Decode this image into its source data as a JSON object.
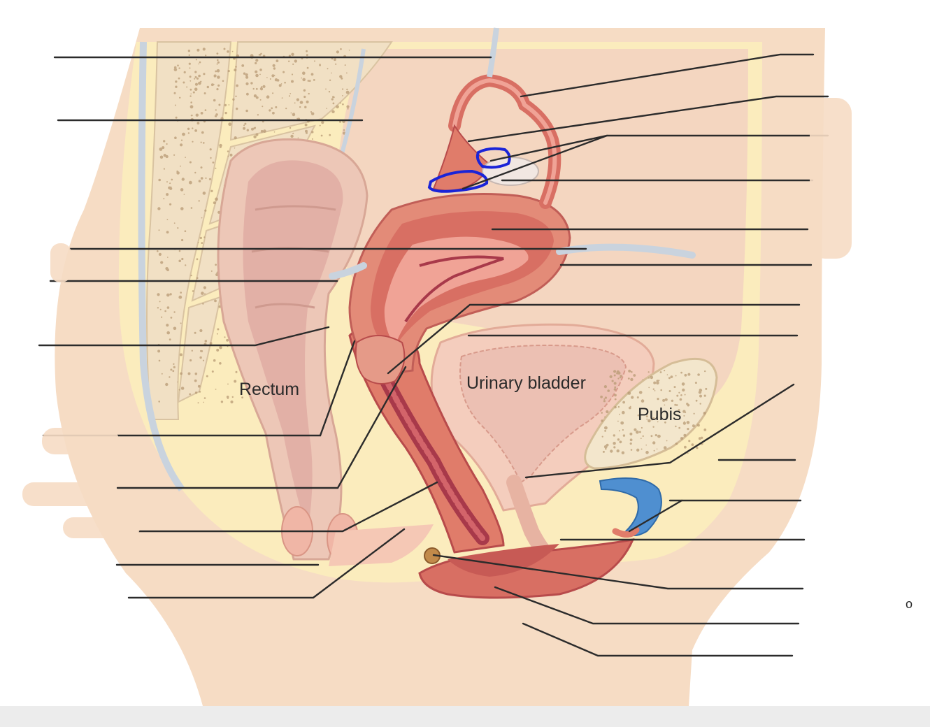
{
  "labels": {
    "rectum": "Rectum",
    "urinary_bladder": "Urinary bladder",
    "pubis": "Pubis"
  },
  "marks": {
    "small_circle": "o"
  },
  "colors": {
    "skin": "#f6dcc4",
    "fat": "#fbecbd",
    "muscle": "#e07c6a",
    "muscle_dark": "#b84b4b",
    "uterus": "#e38b78",
    "bladder": "#f4cdbd",
    "bone": "#f3e6cc",
    "bone_speckle": "#b89a74",
    "ligament": "#c9d3de",
    "cartilage": "#4f8fd0",
    "highlight_circle": "#1a24d8",
    "leader_line": "#2b2b2b",
    "label_text": "#2a2a2a"
  }
}
